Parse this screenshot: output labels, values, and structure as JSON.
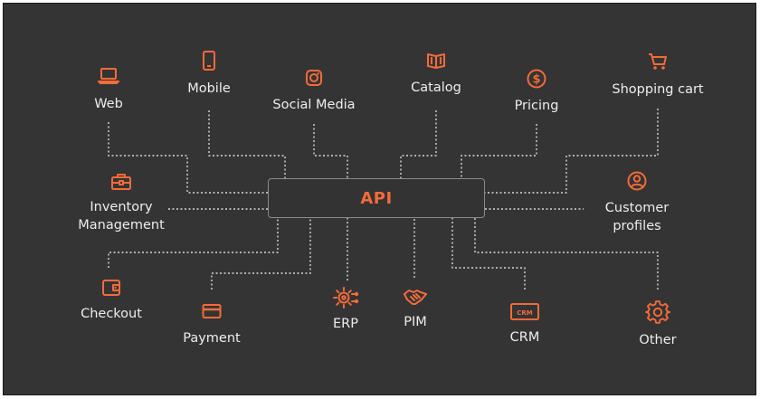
{
  "accent_color": "#f26b3a",
  "line_color": "#d8d8d8",
  "hub": {
    "label": "API"
  },
  "nodes": {
    "web": {
      "label": "Web",
      "icon": "laptop-icon"
    },
    "mobile": {
      "label": "Mobile",
      "icon": "smartphone-icon"
    },
    "social": {
      "label": "Social Media",
      "icon": "instagram-icon"
    },
    "catalog": {
      "label": "Catalog",
      "icon": "open-book-icon"
    },
    "pricing": {
      "label": "Pricing",
      "icon": "dollar-coin-icon"
    },
    "cart": {
      "label": "Shopping cart",
      "icon": "shopping-cart-icon"
    },
    "inventory": {
      "label": "Inventory",
      "label2": "Management",
      "icon": "briefcase-icon"
    },
    "customer": {
      "label": "Customer",
      "label2": "profiles",
      "icon": "user-circle-icon"
    },
    "checkout": {
      "label": "Checkout",
      "icon": "wallet-icon"
    },
    "payment": {
      "label": "Payment",
      "icon": "credit-card-icon"
    },
    "erp": {
      "label": "ERP",
      "icon": "gears-icon"
    },
    "pim": {
      "label": "PIM",
      "icon": "handshake-icon"
    },
    "crm": {
      "label": "CRM",
      "icon": "crm-monitor-icon",
      "icon_text": "CRM"
    },
    "other": {
      "label": "Other",
      "icon": "gear-icon"
    }
  }
}
